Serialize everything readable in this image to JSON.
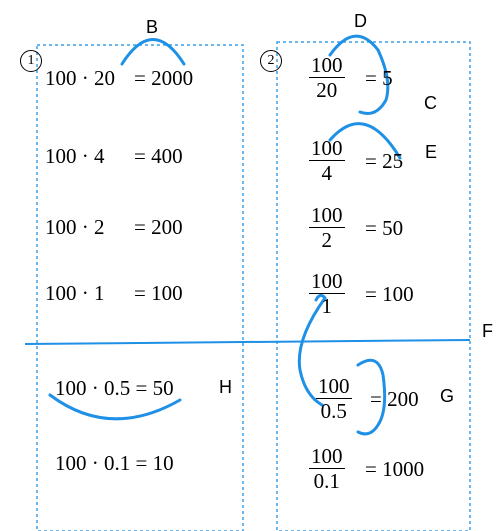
{
  "letters": {
    "b": "B",
    "c": "C",
    "d": "D",
    "e": "E",
    "f": "F",
    "g": "G",
    "h": "H"
  },
  "panel_numbers": {
    "left": "1",
    "right": "2"
  },
  "left_rows": [
    {
      "expr": "100 · 20",
      "result": "= 2000"
    },
    {
      "expr": "100 · 4",
      "result": "= 400"
    },
    {
      "expr": "100 · 2",
      "result": "= 200"
    },
    {
      "expr": "100 · 1",
      "result": "= 100"
    },
    {
      "expr": "100 · 0.5 = 50",
      "result": ""
    },
    {
      "expr": "100 · 0.1 = 10",
      "result": ""
    }
  ],
  "right_rows": [
    {
      "num": "100",
      "den": "20",
      "result": "= 5"
    },
    {
      "num": "100",
      "den": "4",
      "result": "= 25"
    },
    {
      "num": "100",
      "den": "2",
      "result": "= 50"
    },
    {
      "num": "100",
      "den": "1",
      "result": "= 100"
    },
    {
      "num": "100",
      "den": "0.5",
      "result": "= 200"
    },
    {
      "num": "100",
      "den": "0.1",
      "result": "= 1000"
    }
  ],
  "colors": {
    "accent": "#1e90e6",
    "dashed": "#3aa0e8",
    "text": "#000000"
  }
}
